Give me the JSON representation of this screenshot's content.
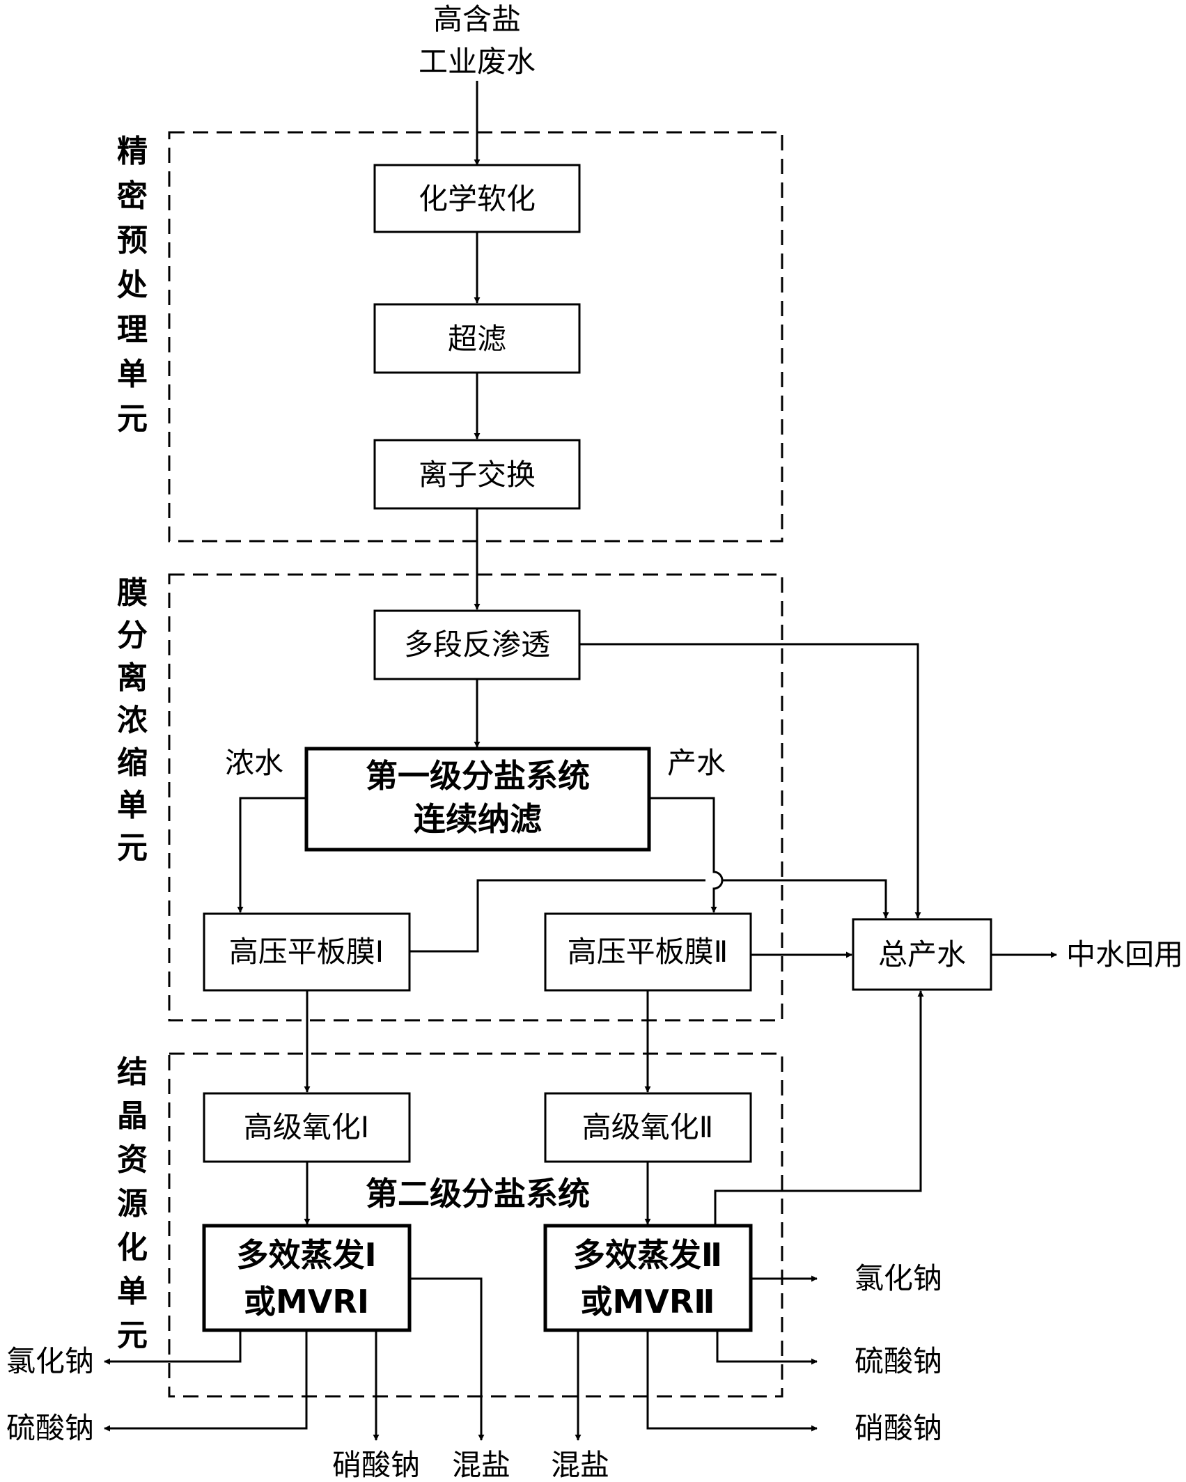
{
  "input_label": [
    "高含盐",
    "工业废水"
  ],
  "units": {
    "pretreatment": "精密预处理单元",
    "membrane": "膜分离浓缩单元",
    "crystallization": "结晶资源化单元"
  },
  "boxes": {
    "chemical_softening": "化学软化",
    "ultrafiltration": "超滤",
    "ion_exchange": "离子交换",
    "multistage_ro": "多段反渗透",
    "first_stage": [
      "第一级分盐系统",
      "连续纳滤"
    ],
    "hp_membrane_1": "高压平板膜Ⅰ",
    "hp_membrane_2": "高压平板膜Ⅱ",
    "total_product_water": "总产水",
    "adv_oxidation_1": "高级氧化Ⅰ",
    "adv_oxidation_2": "高级氧化Ⅱ",
    "evaporator_1": [
      "多效蒸发Ⅰ",
      "或MVRⅠ"
    ],
    "evaporator_2": [
      "多效蒸发Ⅱ",
      "或MVRⅡ"
    ]
  },
  "labels": {
    "concentrate": "浓水",
    "permeate": "产水",
    "second_stage": "第二级分盐系统",
    "reuse": "中水回用"
  },
  "outputs": {
    "left_nacl": "氯化钠",
    "left_na2so4": "硫酸钠",
    "left_nano3": "硝酸钠",
    "left_mixed": "混盐",
    "right_mixed": "混盐",
    "right_nacl": "氯化钠",
    "right_na2so4": "硫酸钠",
    "right_nano3": "硝酸钠"
  }
}
